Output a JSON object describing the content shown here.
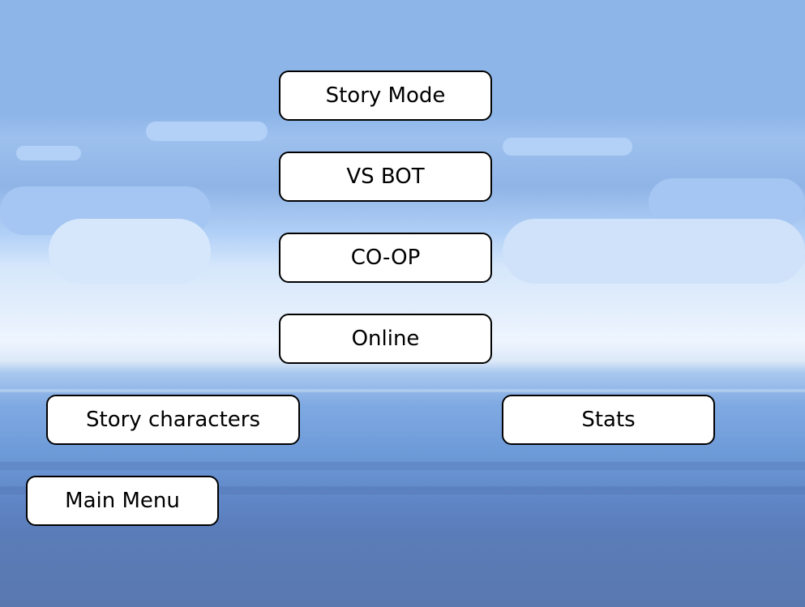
{
  "menu": {
    "story_mode": "Story Mode",
    "vs_bot": "VS BOT",
    "coop": "CO-OP",
    "online": "Online",
    "story_characters": "Story characters",
    "stats": "Stats",
    "main_menu": "Main Menu"
  },
  "colors": {
    "sky": "#8db5e8",
    "cloud": "#d6e7fb",
    "sea": "#6d9ad8",
    "sea_deep": "#5a78b0",
    "button_bg": "#ffffff",
    "button_border": "#000000"
  }
}
